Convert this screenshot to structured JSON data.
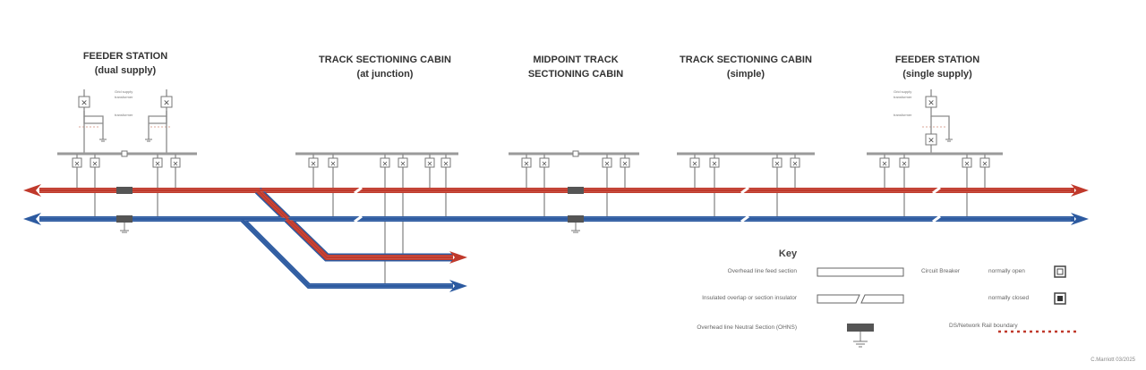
{
  "titles": {
    "feeder_dual": [
      "FEEDER STATION",
      "(dual supply)"
    ],
    "tsc_junction": [
      "TRACK SECTIONING CABIN",
      "(at junction)"
    ],
    "midpoint": [
      "MIDPOINT TRACK",
      "SECTIONING CABIN"
    ],
    "tsc_simple": [
      "TRACK SECTIONING CABIN",
      "(simple)"
    ],
    "feeder_single": [
      "FEEDER STATION",
      "(single supply)"
    ]
  },
  "transformer_labels": {
    "grid_supply": "Grid supply",
    "transformer": "transformer"
  },
  "key": {
    "heading": "Key",
    "ole_feed_section": "Overhead line feed section",
    "insulated_overlap": "Insulated overlap or section insulator",
    "neutral_section": "Overhead line Neutral Section (OHNS)",
    "circuit_breaker": "Circuit Breaker",
    "normally_open": "normally open",
    "normally_closed": "normally closed",
    "boundary": "DS/Network Rail boundary"
  },
  "credit": "C.Marriott 03/2025",
  "colors": {
    "up_line": "#c0392b",
    "down_line": "#2c5aa0",
    "busbar": "#9a9a9a",
    "boundary": "#c0392b"
  },
  "icons": [
    "circuit-breaker-icon",
    "earth-icon",
    "arrow-icon"
  ]
}
